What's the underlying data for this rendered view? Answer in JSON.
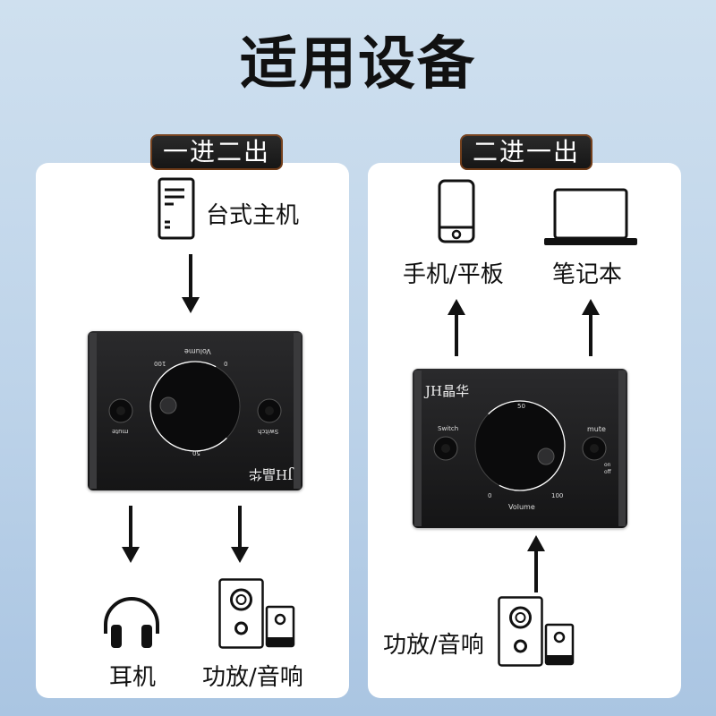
{
  "title": "适用设备",
  "left_panel": {
    "badge": "一进二出",
    "source_label": "台式主机",
    "outputs": [
      "耳机",
      "功放/音响"
    ],
    "device": {
      "brand": "JH晶华",
      "knob_label": "Volume",
      "scale": [
        "100",
        "0",
        "50"
      ],
      "left_button": "mute",
      "right_button": "Switch"
    }
  },
  "right_panel": {
    "badge": "二进一出",
    "outputs": [
      "手机/平板",
      "笔记本"
    ],
    "source_label": "功放/音响",
    "device": {
      "brand": "JH晶华",
      "knob_label": "Volume",
      "scale": [
        "50",
        "0",
        "100"
      ],
      "left_button": "Switch",
      "right_button": "mute",
      "mute_state": "on",
      "mute_off": "off"
    }
  },
  "colors": {
    "card": "#ffffff",
    "device": "#1d1d1f",
    "accent": "#b85a1a"
  }
}
